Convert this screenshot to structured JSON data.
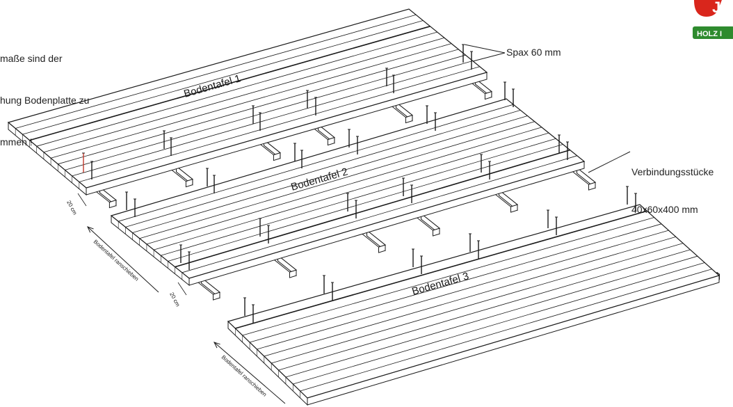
{
  "note_lines": [
    "maße sind der",
    "hung Bodenplatte zu",
    "mmen !"
  ],
  "callouts": {
    "spax": "Spax 60 mm",
    "verbindung_line1": "Verbindungsstücke",
    "verbindung_line2": "40x60x400 mm"
  },
  "panels": [
    "Bodentafel 1",
    "Bodentafel 2",
    "Bodentafel 3"
  ],
  "dimensions": [
    "20 cm",
    "20 cm"
  ],
  "arrow_labels": [
    "Bodentafel ranschieben",
    "Bodentafel ranschieben"
  ],
  "logo": {
    "brand": "J",
    "sub": "HOLZ I",
    "colors": {
      "red": "#d9261c",
      "green": "#2e8b2e"
    }
  },
  "colors": {
    "line": "#1a1a1a",
    "panel": "#ffffff",
    "marker": "#c0392b"
  }
}
